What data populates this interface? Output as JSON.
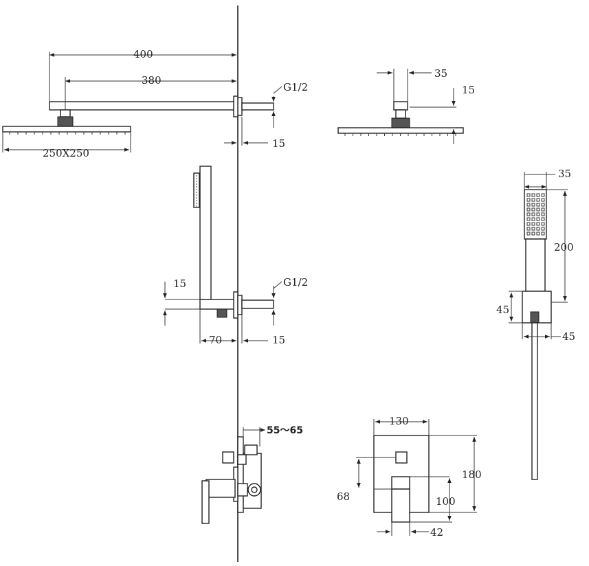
{
  "dimensions": {
    "arm_length_outer": "400",
    "arm_length_inner": "380",
    "thread_top": "G1/2",
    "wall_offset_top": "15",
    "head_size": "250X250",
    "head_side_width": "35",
    "head_side_height": "15",
    "bracket_height": "15",
    "thread_bracket": "G1/2",
    "bracket_depth": "70",
    "wall_offset_bracket": "15",
    "handshower_width": "35",
    "handshower_length": "200",
    "holder_height": "45",
    "holder_width": "45",
    "valve_depth": "55～65",
    "plate_width": "130",
    "plate_height": "180",
    "lever_offset": "68",
    "lever_height": "100",
    "lever_width": "42"
  },
  "colors": {
    "line": "#222222",
    "background": "#ffffff"
  }
}
